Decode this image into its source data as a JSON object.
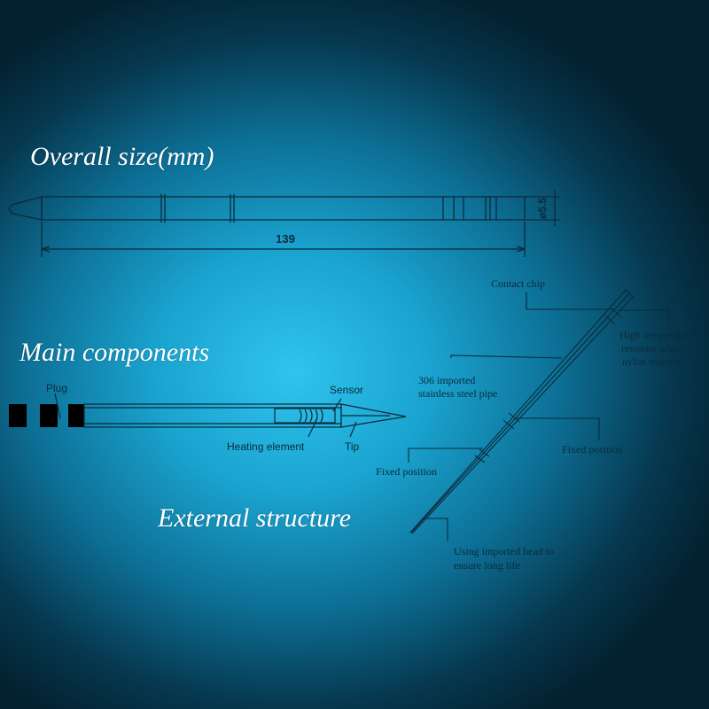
{
  "headings": {
    "overall": "Overall size(mm)",
    "main": "Main components",
    "external": "External structure"
  },
  "dimensions": {
    "length": "139",
    "diameter": "ø5.5"
  },
  "components": {
    "plug": "Plug",
    "sensor": "Sensor",
    "heating_element": "Heating element",
    "tip": "Tip"
  },
  "external_labels": {
    "contact_chip": "Contact chip",
    "nylon_line1": "High temperature",
    "nylon_line2": "resistant white",
    "nylon_line3": "nylon material",
    "pipe_line1": "306 imported",
    "pipe_line2": "stainless steel pipe",
    "fixed_right": "Fixed position",
    "fixed_left": "Fixed position",
    "head_line1": "Using imported head to",
    "head_line2": "ensure long life"
  },
  "colors": {
    "line": "#0b2a3a",
    "background_center": "#2fc4ee",
    "background_edge": "#03202e"
  }
}
